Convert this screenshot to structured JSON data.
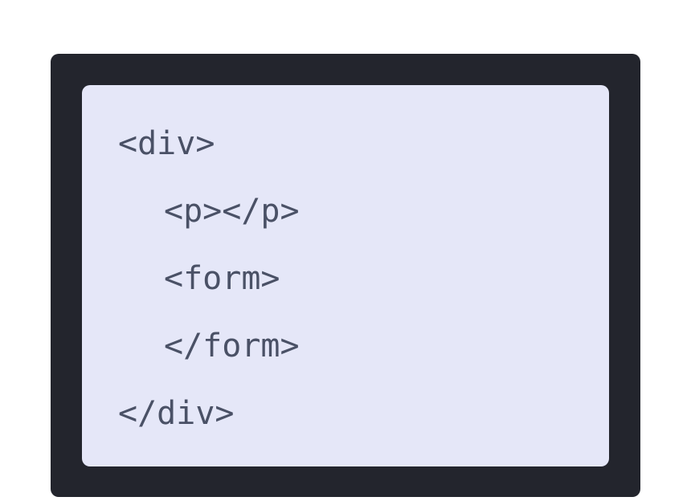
{
  "code": {
    "lines": [
      "<div>",
      "<p></p>",
      "<form>",
      "</form>",
      "</div>"
    ]
  },
  "colors": {
    "frame": "#23252d",
    "panel": "#e5e7f8",
    "text": "#4a5166"
  }
}
